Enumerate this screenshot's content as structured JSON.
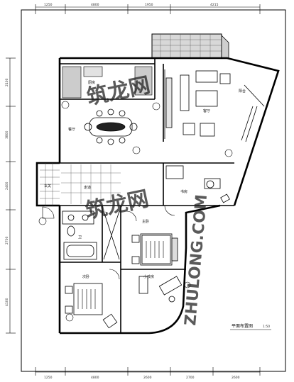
{
  "dimensions": {
    "top": [
      "1250",
      "4800",
      "1950",
      "4215"
    ],
    "bottom": [
      "1250",
      "4800",
      "2600",
      "2700",
      "2600"
    ],
    "left": [
      "2100",
      "3800",
      "2400",
      "2700",
      "4100"
    ]
  },
  "rooms": {
    "kitchen": "厨房",
    "dining": "餐厅",
    "living": "客厅",
    "balcony": "阳台",
    "study": "书房",
    "master_bedroom": "主卧",
    "child_room": "小孩房",
    "guest_room": "次卧",
    "bath": "卫",
    "corridor": "走道",
    "entry": "玄关"
  },
  "plan_title": "平面布置图",
  "plan_scale": "1:50",
  "watermark": [
    "筑龙网",
    "ZHULONG.COM"
  ]
}
